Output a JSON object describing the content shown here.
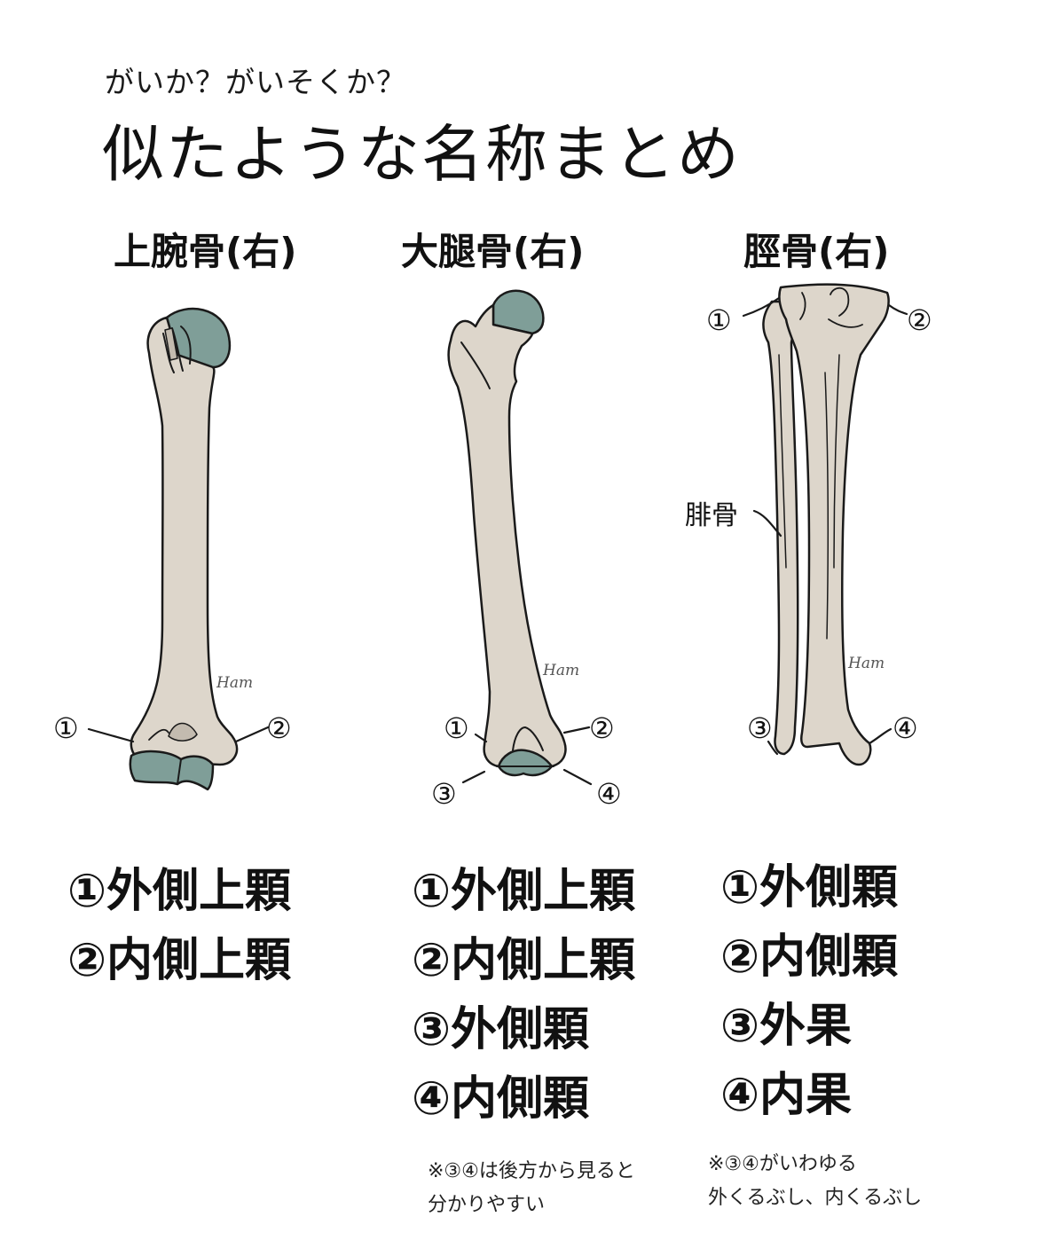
{
  "header": {
    "subtitle": "がいか？がいそくか？",
    "title": "似たような名称まとめ"
  },
  "bones": [
    {
      "name": "上腕骨(右)",
      "callouts": [
        "①",
        "②"
      ],
      "terms": [
        "①外側上顆",
        "②内側上顆"
      ]
    },
    {
      "name": "大腿骨(右)",
      "callouts": [
        "①",
        "②",
        "③",
        "④"
      ],
      "terms": [
        "①外側上顆",
        "②内側上顆",
        "③外側顆",
        "④内側顆"
      ],
      "note": [
        "※③④は後方から見ると",
        "分かりやすい"
      ]
    },
    {
      "name": "脛骨(右)",
      "callouts": [
        "①",
        "②",
        "③",
        "④"
      ],
      "extra_label": "腓骨",
      "terms": [
        "①外側顆",
        "②内側顆",
        "③外果",
        "④内果"
      ],
      "note": [
        "※③④がいわゆる",
        "外くるぶし、内くるぶし"
      ]
    }
  ],
  "signature": "Ham",
  "colors": {
    "bone": "#ddd6cb",
    "cartilage": "#7f9e98",
    "outline": "#1a1a1a",
    "shadow": "#c3bbaf"
  }
}
